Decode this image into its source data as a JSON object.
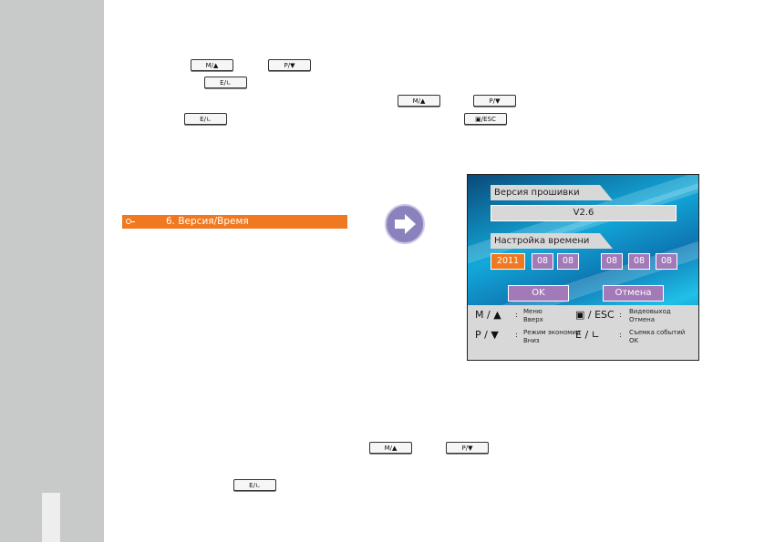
{
  "keys": {
    "m_up": "M/▲",
    "p_down": "P/▼",
    "e_lock": "E/∟",
    "screen_esc": "▣/ESC"
  },
  "section": {
    "title": "6. Версия/Время"
  },
  "screen": {
    "firmware_label": "Версия прошивки",
    "firmware_value": "V2.6",
    "time_label": "Настройка времени",
    "date": [
      "2011",
      "08",
      "08"
    ],
    "time": [
      "08",
      "08",
      "08"
    ],
    "ok_button": "OK",
    "cancel_button": "Отмена",
    "legend": [
      {
        "key": "M / ▲",
        "colon": ":",
        "line1": "Меню",
        "line2": "Вверх"
      },
      {
        "key": "▣ / ESC",
        "colon": ":",
        "line1": "Видеовыход",
        "line2": "Отмена"
      },
      {
        "key": "P / ▼",
        "colon": ":",
        "line1": "Режим экономии",
        "line2": "Вниз"
      },
      {
        "key": "E / ∟",
        "colon": ":",
        "line1": "Съемка событий",
        "line2": "OK"
      }
    ]
  },
  "colors": {
    "accent_orange": "#f07820",
    "purple": "#a27ab8",
    "arrow_purple": "#8a82bd",
    "sidebar_gray": "#c8c9c9"
  }
}
